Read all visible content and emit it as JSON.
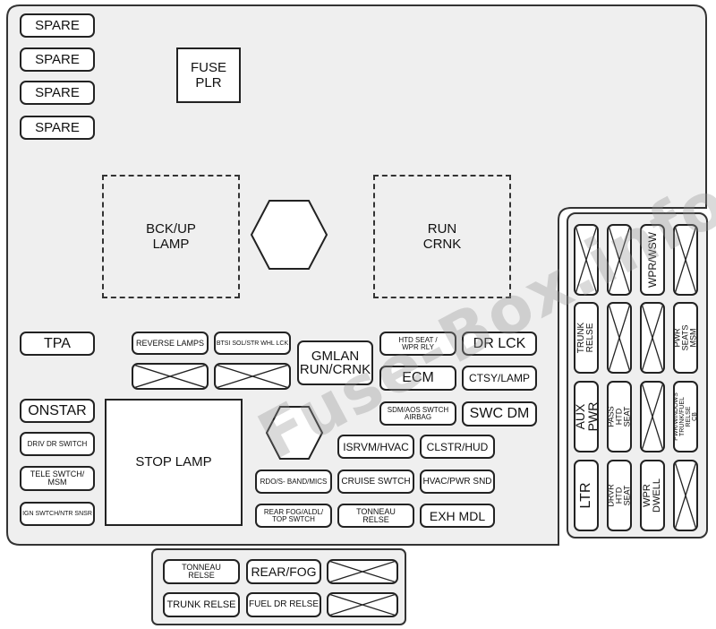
{
  "diagram": {
    "main_panel": {
      "spare_1": "SPARE",
      "spare_2": "SPARE",
      "spare_3": "SPARE",
      "spare_4": "SPARE",
      "fuse_plr": "FUSE\nPLR",
      "bck_up_lamp": "BCK/UP\nLAMP",
      "run_crnk_relay": "RUN\nCRNK",
      "tpa": "TPA",
      "reverse_lamps": "REVERSE LAMPS",
      "btsi": "BTSI SOL/STR WHL LCK",
      "gmlan": "GMLAN\nRUN/CRNK",
      "htd_seat": "HTD SEAT /\nWPR RLY",
      "dr_lck": "DR LCK",
      "ecm": "ECM",
      "ctsy_lamp": "CTSY/LAMP",
      "onstar": "ONSTAR",
      "stop_lamp": "STOP LAMP",
      "sdm": "SDM/AOS SWTCH\nAIRBAG",
      "swc_dm": "SWC DM",
      "driv_dr_switch": "DRIV DR SWITCH",
      "isrvm_hvac": "ISRVM/HVAC",
      "clstr_hud": "CLSTR/HUD",
      "tele_swtch": "TELE SWTCH/\nMSM",
      "rdo": "RDO/S- BAND/MICS",
      "cruise_swtch": "CRUISE SWTCH",
      "hvac_pwr_snd": "HVAC/PWR SND",
      "ign_swtch": "IGN SWTCH/NTR SNSR",
      "rear_fog_aldl": "REAR FOG/ALDL/\nTOP SWTCH",
      "tonneau_relse_main": "TONNEAU\nRELSE",
      "exh_mdl": "EXH MDL"
    },
    "right_panel": {
      "wpr_wsw": "WPR/WSW",
      "trunk_relse_v": "TRUNK RELSE",
      "pwr_seats_msm": "PWR SEATS MSM",
      "aux_pwr": "AUX PWR",
      "pass_htd_seat": "PASS HTD SEAT",
      "pwr_windows": "PWR/WINDOWS\nTRUNK/FUEL RELSE\nCB",
      "ltr": "LTR",
      "drvr_htd_seat": "DRVR HTD SEAT",
      "wpr_dwell": "WPR DWELL"
    },
    "bottom_panel": {
      "tonneau_relse": "TONNEAU\nRELSE",
      "rear_fog": "REAR/FOG",
      "trunk_relse": "TRUNK RELSE",
      "fuel_dr_relse": "FUEL DR RELSE"
    },
    "watermark": "Fuse-Box.info"
  }
}
